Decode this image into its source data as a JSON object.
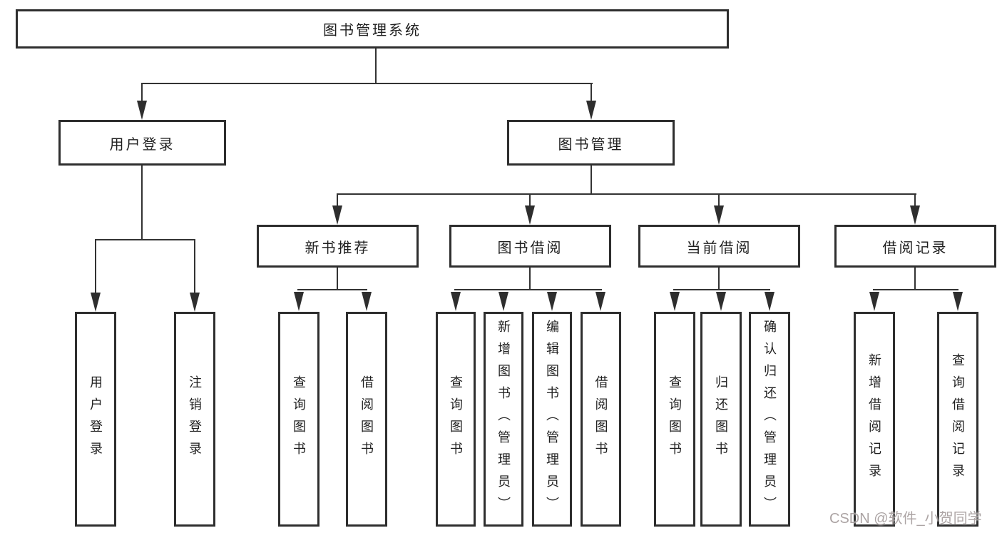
{
  "colors": {
    "background": "#ffffff",
    "line": "#333333",
    "box_border": "#2e2e2e",
    "text": "#1f1f1f",
    "watermark": "#a59d9d"
  },
  "watermark": {
    "text": "CSDN @软件_小贺同学"
  },
  "tree": {
    "root": {
      "label": "图书管理系统"
    },
    "branches": [
      {
        "label": "用户登录",
        "children": [
          {
            "label": "用户登录"
          },
          {
            "label": "注销登录"
          }
        ]
      },
      {
        "label": "图书管理",
        "children": [
          {
            "label": "新书推荐",
            "children": [
              {
                "label": "查询图书"
              },
              {
                "label": "借阅图书"
              }
            ]
          },
          {
            "label": "图书借阅",
            "children": [
              {
                "label": "查询图书"
              },
              {
                "label": "新增图书（管理员）"
              },
              {
                "label": "编辑图书（管理员）"
              },
              {
                "label": "借阅图书"
              }
            ]
          },
          {
            "label": "当前借阅",
            "children": [
              {
                "label": "查询图书"
              },
              {
                "label": "归还图书"
              },
              {
                "label": "确认归还（管理员）"
              }
            ]
          },
          {
            "label": "借阅记录",
            "children": [
              {
                "label": "新增借阅记录"
              },
              {
                "label": "查询借阅记录"
              }
            ]
          }
        ]
      }
    ]
  }
}
